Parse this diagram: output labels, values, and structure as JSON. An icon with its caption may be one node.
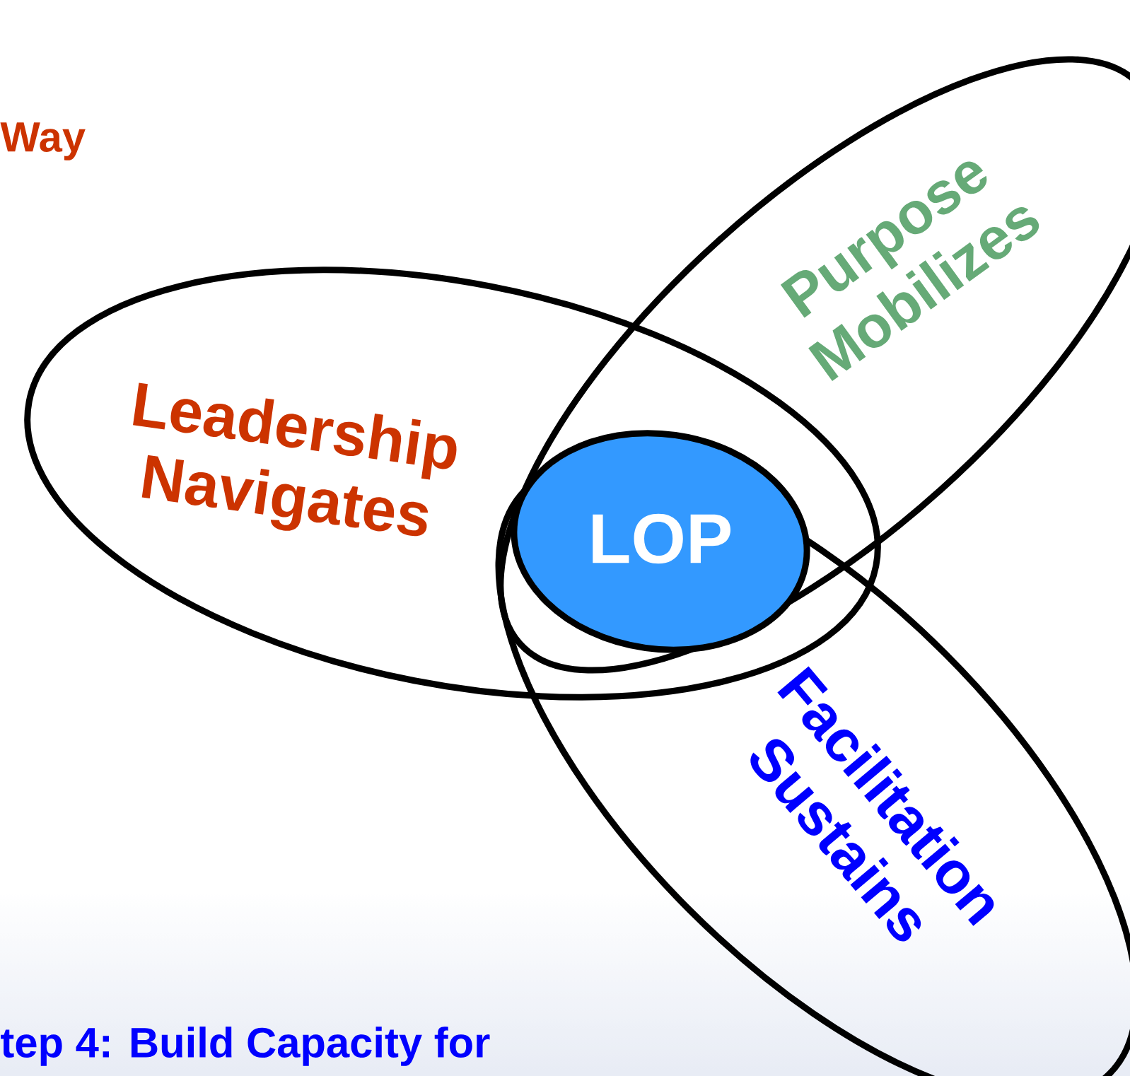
{
  "diagram": {
    "nodes": [
      {
        "text": [
          "Leadership Navigates"
        ]
      },
      {
        "text": [
          "Purpose Mobilizes"
        ]
      },
      {
        "text": [
          "Facilitation Sustains"
        ]
      },
      {
        "text": [
          "LOP"
        ]
      }
    ],
    "labels": [
      "Way",
      "tep 4: Build Capacity for"
    ]
  }
}
